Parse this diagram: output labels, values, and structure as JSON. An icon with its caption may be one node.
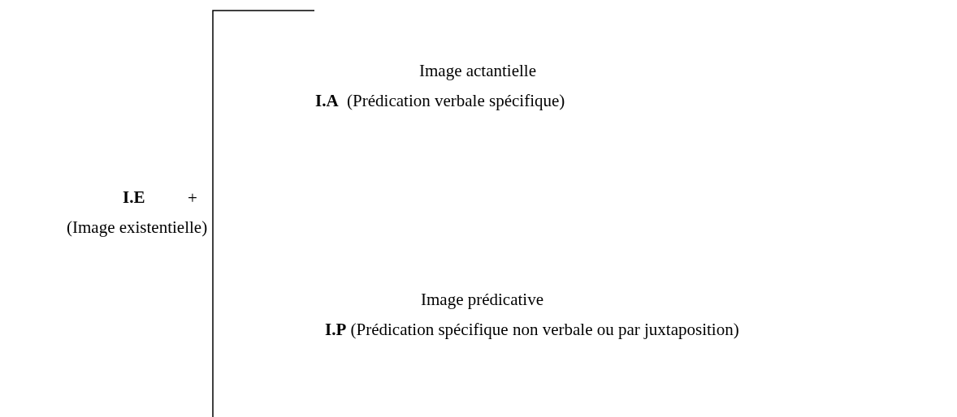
{
  "diagram": {
    "labels": [
      "Image actantielle",
      "**I.A**  (Prédication verbale spécifique)",
      "I.E",
      "+",
      "(Image existentielle)",
      "Image prédicative",
      "**I.P** (Prédication spécifique non verbale ou par juxtaposition)"
    ]
  }
}
